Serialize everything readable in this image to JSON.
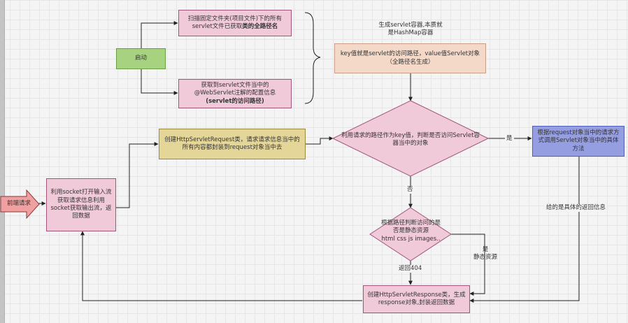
{
  "nodes": {
    "entry": "前端请求",
    "socket": "利用socket打开输入流获取请求信息利用socket获取输出流，返回数据",
    "startup": "启动",
    "scan_pre": "扫描固定文件夹(项目文件)下的所有servlet文件已获取",
    "scan_bold": "类的全路径名",
    "annot_line1": "获取到servlet文件当中的",
    "annot_line2": "@WebServlet注解的配置信息",
    "annot_bold": "(servlet的访问路径)",
    "container_note_line1": "生成servlet容器,本质就",
    "container_note_line2": "是HashMap容器",
    "kv": "key值就是servlet的访问路径，value值Servlet对象（全路径名生成）",
    "create_request": "创建HttpServletRequest类，请求请求信息当中的所有内容都封装到request对象当中去",
    "decision_servlet": "利用请求的路径作为key值，判断是否访问Servlet容器当中的对象",
    "invoke": "根据request对象当中的请求方式调用Servlet对象当中的具体方法",
    "decision_static_line1": "根据路径判断访问的是",
    "decision_static_line2": "否是静态资源",
    "decision_static_line3": "html css js images..",
    "create_response": "创建HttpServletResponse类，生成response对象,封装返回数据"
  },
  "edge_labels": {
    "yes": "是",
    "no": "否",
    "static_yes_line1": "是",
    "static_yes_line2": "静态资源",
    "return404": "返回404",
    "specific_return": "给的是具体的返回信息"
  }
}
